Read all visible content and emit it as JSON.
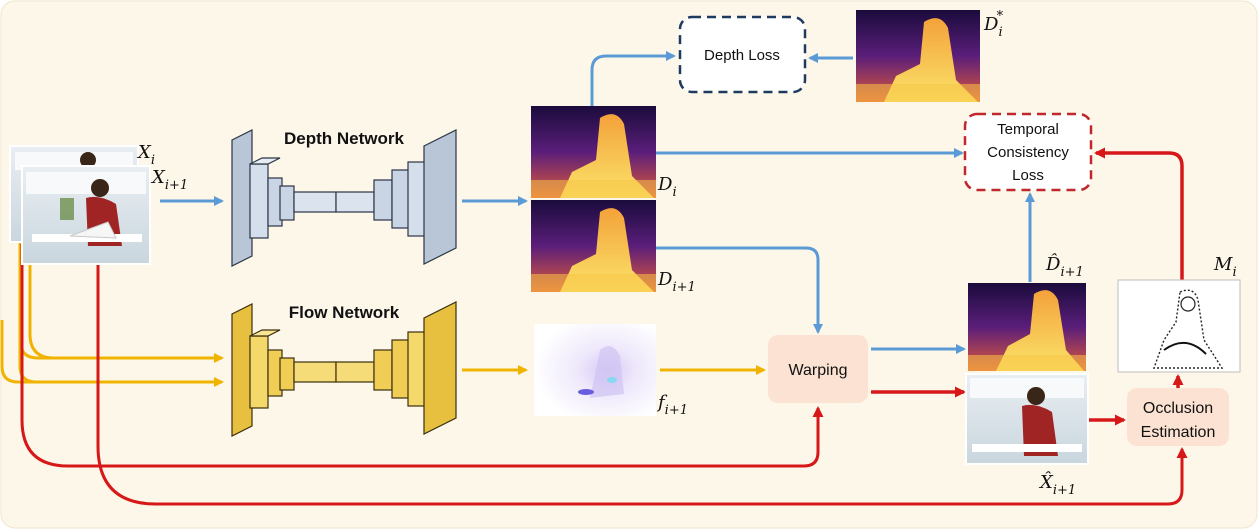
{
  "labels": {
    "depth_network": "Depth Network",
    "flow_network": "Flow Network",
    "depth_loss": "Depth Loss",
    "temporal_line1": "Temporal",
    "temporal_line2": "Consistency",
    "temporal_line3": "Loss",
    "warping": "Warping",
    "occlusion_line1": "Occlusion",
    "occlusion_line2": "Estimation"
  },
  "math": {
    "x_i": {
      "base": "X",
      "sub": "i"
    },
    "x_i1": {
      "base": "X",
      "sub": "i+1"
    },
    "d_i": {
      "base": "D",
      "sub": "i"
    },
    "d_i1": {
      "base": "D",
      "sub": "i+1"
    },
    "d_star": {
      "base": "D",
      "sub": "i",
      "sup": "*"
    },
    "f_i1": {
      "base": "f",
      "sub": "i+1"
    },
    "d_hat": {
      "base": "D̂",
      "sub": "i+1"
    },
    "x_hat": {
      "base": "X̂",
      "sub": "i+1"
    },
    "m_i": {
      "base": "M",
      "sub": "i"
    }
  },
  "colors": {
    "background": "#fdf7ea",
    "blue_arrow": "#5b9bd5",
    "yellow_arrow": "#f0b400",
    "red_arrow": "#d61818",
    "depth_net": "#c9d5e4",
    "flow_net": "#f0cd55",
    "warp_box": "#fbe2d2",
    "depth_loss_border": "#1f3a5f",
    "temporal_border": "#c0282d"
  }
}
